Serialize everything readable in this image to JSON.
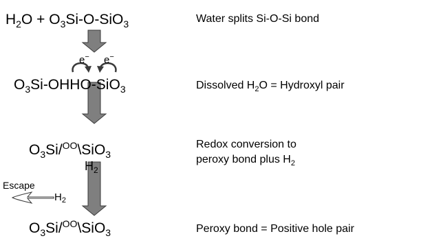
{
  "steps": [
    {
      "formula": {
        "a": "H",
        "a_sub": "2",
        "b": "O + O",
        "b_sub": "3",
        "c": "Si-O-SiO",
        "c_sub": "3"
      },
      "desc": {
        "text": "Water splits Si-O-Si bond"
      }
    },
    {
      "formula": {
        "a": "O",
        "a_sub": "3",
        "b": "Si-OHHO-SiO",
        "b_sub": "3"
      },
      "desc": {
        "pre": "Dissolved H",
        "sub": "2",
        "post": "O = Hydroxyl pair"
      }
    },
    {
      "formula": {
        "a": "O",
        "a_sub": "3",
        "b": "Si/",
        "b_sup": "OO",
        "c": "\\SiO",
        "c_sub": "3"
      },
      "below": {
        "base": "H",
        "sub": "2"
      },
      "desc": {
        "line1": "Redox conversion to",
        "line2_pre": "peroxy bond plus H",
        "line2_sub": "2"
      }
    },
    {
      "formula": {
        "a": "O",
        "a_sub": "3",
        "b": "Si/",
        "b_sup": "OO",
        "c": "\\SiO",
        "c_sub": "3"
      },
      "desc": {
        "text": "Peroxy bond = Positive hole pair"
      }
    }
  ],
  "electron": {
    "base": "e",
    "sup": "−"
  },
  "escape": {
    "label": "Escape",
    "gas": "H",
    "gas_sub": "2"
  },
  "colors": {
    "arrow_fill": "#7f7f7f",
    "arrow_stroke": "#3a3a3a",
    "text": "#000000"
  }
}
